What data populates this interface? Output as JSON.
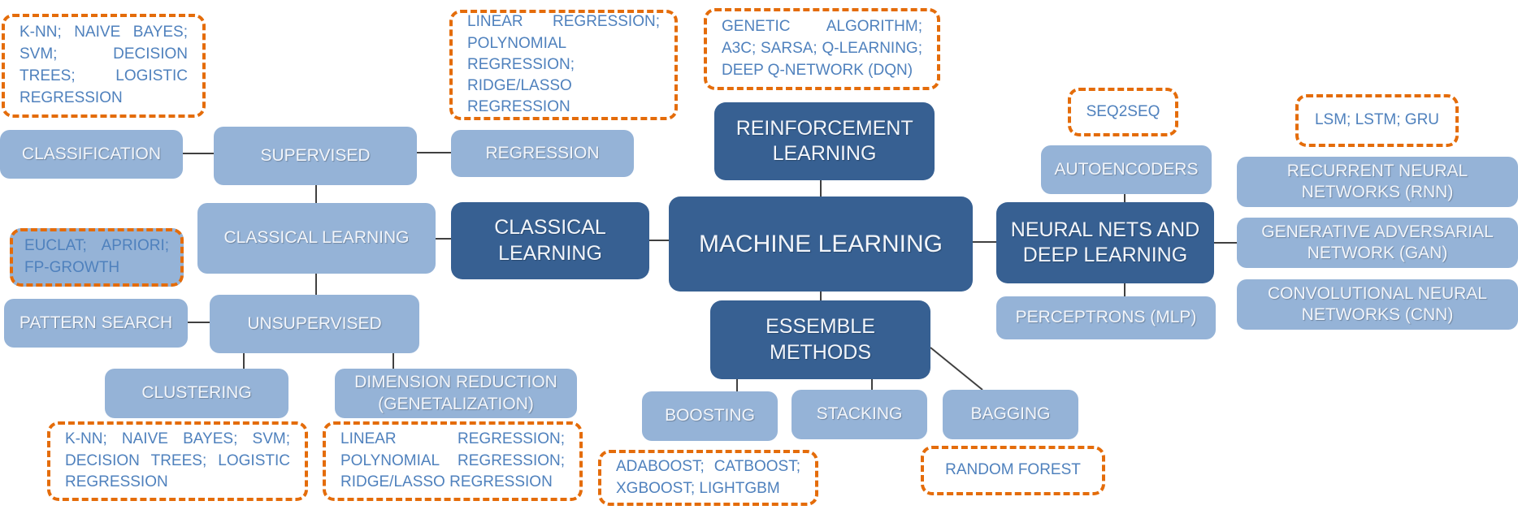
{
  "diagram": {
    "title": "MACHINE LEARNING",
    "colors": {
      "primary_node": "#376092",
      "secondary_node": "#95b3d7",
      "note_border": "#e46c0a",
      "note_text": "#4f81bd",
      "connector": "#404040"
    },
    "nodes": {
      "machine_learning": "MACHINE LEARNING",
      "classical_learning_main": "CLASSICAL LEARNING",
      "reinforcement_learning": "REINFORCEMENT LEARNING",
      "neural_nets": "NEURAL NETS AND DEEP LEARNING",
      "ensemble_methods": "ESSEMBLE METHODS",
      "classical_learning": "CLASSICAL LEARNING",
      "supervised": "SUPERVISED",
      "unsupervised": "UNSUPERVISED",
      "classification": "CLASSIFICATION",
      "regression": "REGRESSION",
      "pattern_search": "PATTERN SEARCH",
      "clustering": "CLUSTERING",
      "dimension_reduction": "DIMENSION REDUCTION (GENETALIZATION)",
      "autoencoders": "AUTOENCODERS",
      "perceptrons": "PERCEPTRONS (MLP)",
      "rnn": "RECURRENT NEURAL NETWORKS (RNN)",
      "gan": "GENERATIVE ADVERSARIAL NETWORK (GAN)",
      "cnn": "CONVOLUTIONAL NEURAL NETWORKS (CNN)",
      "boosting": "BOOSTING",
      "stacking": "STACKING",
      "bagging": "BAGGING"
    },
    "notes": {
      "classification_algos": "K-NN; NAIVE BAYES; SVM; DECISION TREES; LOGISTIC REGRESSION",
      "regression_algos": "LINEAR REGRESSION; POLYNOMIAL REGRESSION; RIDGE/LASSO REGRESSION",
      "reinforcement_algos": "GENETIC ALGORITHM; A3C; SARSA; Q-LEARNING; DEEP Q-NETWORK (DQN)",
      "pattern_search_algos": "EUCLAT; APRIORI; FP-GROWTH",
      "clustering_algos": "K-NN; NAIVE BAYES; SVM; DECISION TREES; LOGISTIC REGRESSION",
      "dimension_reduction_algos": "LINEAR REGRESSION; POLYNOMIAL REGRESSION; RIDGE/LASSO REGRESSION",
      "autoencoders_algos": "SEQ2SEQ",
      "rnn_algos": "LSM; LSTM; GRU",
      "boosting_algos": "ADABOOST; CATBOOST; XGBOOST; LIGHTGBM",
      "bagging_algos": "RANDOM FOREST"
    }
  }
}
